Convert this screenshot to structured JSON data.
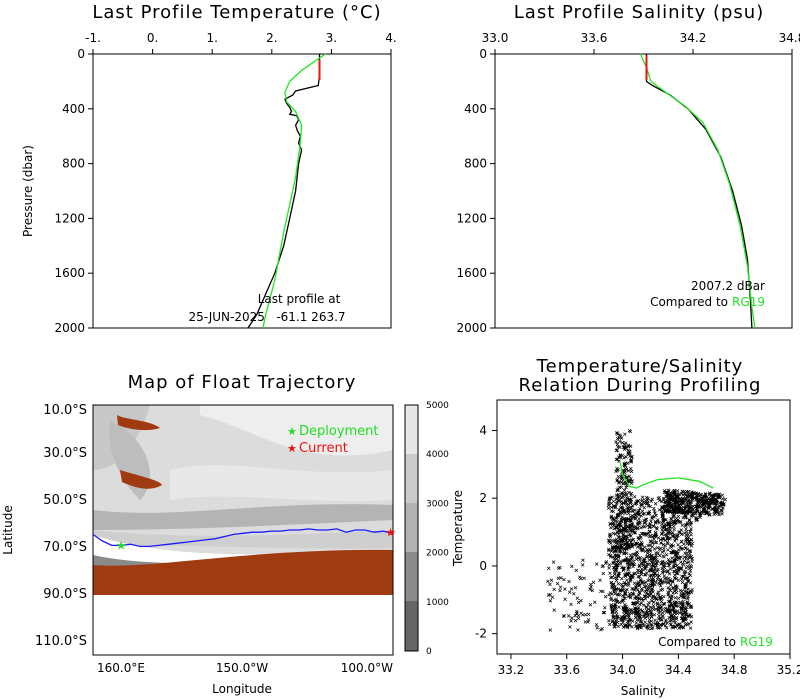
{
  "colors": {
    "temperature_profile": "#000000",
    "climatology": "#22e622",
    "recent_flag": "#ee1111",
    "trajectory": "#1a1aff",
    "deployment": "#22dd22",
    "current": "#ee1111",
    "land": "#a03a10"
  },
  "chart_data": [
    {
      "type": "line",
      "title": "Last Profile Temperature (°C)",
      "xlabel": "",
      "ylabel": "Pressure (dbar)",
      "xlim": [
        -1,
        4
      ],
      "ylim": [
        2000,
        0
      ],
      "x_ticks": [
        "-1.",
        "0.",
        "1.",
        "2.",
        "3.",
        "4."
      ],
      "y_ticks": [
        "0",
        "400",
        "800",
        "1200",
        "1600",
        "2000"
      ],
      "annotation": [
        "Last profile at",
        "25-JUN-2025   -61.1 263.7"
      ],
      "series": [
        {
          "color_key": "temperature_profile",
          "x": [
            2.8,
            2.8,
            2.78,
            2.4,
            2.35,
            2.22,
            2.25,
            2.3,
            2.33,
            2.3,
            2.42,
            2.45,
            2.4,
            2.43,
            2.48,
            2.45,
            2.5,
            2.45,
            2.4,
            2.3,
            2.2,
            2.05,
            1.9,
            1.75,
            1.6
          ],
          "y": [
            0,
            150,
            230,
            270,
            300,
            330,
            360,
            390,
            420,
            440,
            450,
            480,
            520,
            560,
            600,
            650,
            700,
            800,
            1000,
            1200,
            1400,
            1600,
            1750,
            1900,
            2000
          ]
        },
        {
          "color_key": "climatology",
          "x": [
            2.9,
            2.7,
            2.5,
            2.3,
            2.22,
            2.25,
            2.4,
            2.5,
            2.48,
            2.4,
            2.2,
            2.05,
            1.9,
            1.85
          ],
          "y": [
            0,
            60,
            120,
            200,
            280,
            350,
            420,
            520,
            650,
            900,
            1300,
            1650,
            1900,
            2000
          ]
        },
        {
          "color_key": "recent_flag",
          "x": [
            2.8,
            2.8
          ],
          "y": [
            40,
            190
          ]
        }
      ]
    },
    {
      "type": "line",
      "title": "Last Profile Salinity (psu)",
      "xlabel": "",
      "ylabel": "",
      "xlim": [
        33.0,
        35.0
      ],
      "ylim": [
        2000,
        0
      ],
      "x_ticks": [
        "33.0",
        "33.6",
        "34.2",
        "34.8"
      ],
      "y_ticks": [
        "0",
        "400",
        "800",
        "1200",
        "1600",
        "2000"
      ],
      "annotation": [
        "2007.2 dBar",
        "Compared to",
        "RG19"
      ],
      "series": [
        {
          "color_key": "temperature_profile",
          "x": [
            34.02,
            34.02,
            34.06,
            34.18,
            34.3,
            34.42,
            34.52,
            34.6,
            34.66,
            34.7,
            34.72,
            34.73
          ],
          "y": [
            0,
            200,
            230,
            300,
            400,
            550,
            750,
            1000,
            1250,
            1500,
            1800,
            2000
          ]
        },
        {
          "color_key": "climatology",
          "x": [
            33.98,
            34.02,
            34.05,
            34.15,
            34.28,
            34.4,
            34.5,
            34.58,
            34.65,
            34.7,
            34.73,
            34.75
          ],
          "y": [
            0,
            100,
            200,
            280,
            380,
            500,
            700,
            950,
            1250,
            1550,
            1850,
            2000
          ]
        },
        {
          "color_key": "recent_flag",
          "x": [
            34.02,
            34.02
          ],
          "y": [
            10,
            190
          ]
        }
      ]
    },
    {
      "type": "map",
      "title": "Map of Float Trajectory",
      "xlabel": "Longitude",
      "ylabel": "Latitude",
      "lon_lim": [
        -160,
        -96
      ],
      "lat_lim": [
        -117,
        -3
      ],
      "x_ticks": [
        "160.0°E",
        "150.0°W",
        "100.0°W"
      ],
      "y_ticks": [
        "10.0°S",
        "30.0°S",
        "50.0°S",
        "70.0°S",
        "90.0°S",
        "110.0°S"
      ],
      "legend": [
        "Deployment",
        "Current"
      ],
      "colorbar_ticks": [
        "0",
        "1000",
        "2000",
        "3000",
        "4000",
        "5000"
      ],
      "trajectory": {
        "lon": [
          -160,
          -158,
          -156,
          -154,
          -152,
          -150,
          -148,
          -146,
          -144,
          -142,
          -140,
          -138,
          -136,
          -134,
          -132,
          -130,
          -128,
          -126,
          -124,
          -122,
          -120,
          -118,
          -116,
          -114,
          -112,
          -110,
          -108,
          -106,
          -104,
          -102,
          -100,
          -98,
          -96.5
        ],
        "lat": [
          -62,
          -65,
          -67,
          -67,
          -66.5,
          -67.5,
          -67.5,
          -67,
          -66.5,
          -66,
          -65.5,
          -65,
          -64.5,
          -64,
          -63,
          -62,
          -61.5,
          -61,
          -61,
          -60.5,
          -60.5,
          -60,
          -60,
          -59.5,
          -60,
          -60,
          -59.5,
          -61,
          -60,
          -60,
          -61,
          -60.5,
          -61.5
        ]
      },
      "deployment": {
        "lon": -154,
        "lat": -67
      },
      "current": {
        "lon": -96.5,
        "lat": -61.1
      }
    },
    {
      "type": "scatter",
      "title": [
        "Temperature/Salinity",
        "Relation During Profiling"
      ],
      "xlabel": "Salinity",
      "ylabel": "Temperature",
      "xlim": [
        33.1,
        35.2
      ],
      "ylim": [
        -2.6,
        4.9
      ],
      "x_ticks": [
        "33.2",
        "33.6",
        "34.0",
        "34.4",
        "34.8",
        "35.2"
      ],
      "y_ticks": [
        "-2",
        "0",
        "2",
        "4"
      ],
      "annotation": [
        "Compared to",
        "RG19"
      ],
      "climatology": {
        "x": [
          33.98,
          34.0,
          34.05,
          34.1,
          34.15,
          34.25,
          34.4,
          34.55,
          34.65
        ],
        "y": [
          3.1,
          2.7,
          2.35,
          2.3,
          2.4,
          2.55,
          2.6,
          2.5,
          2.3
        ]
      }
    }
  ]
}
